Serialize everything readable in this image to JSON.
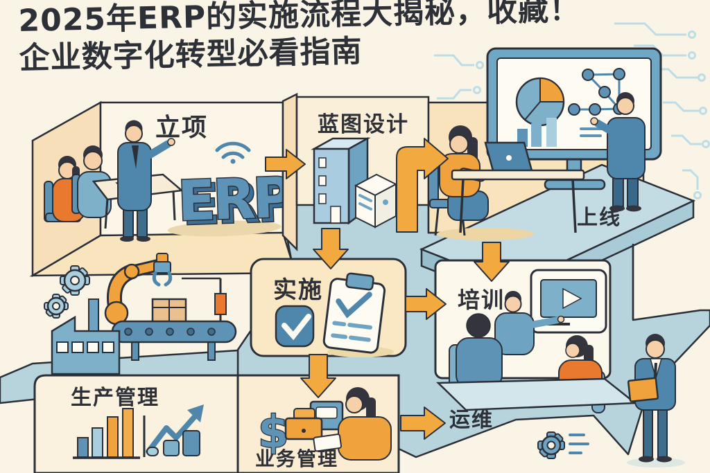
{
  "title": {
    "line1": "2025年ERP的实施流程大揭秘，收藏！",
    "line2": "企业数字化转型必看指南"
  },
  "stages": {
    "initiation": {
      "label": "立项"
    },
    "blueprint": {
      "label": "蓝图设计"
    },
    "golive": {
      "label": "上线"
    },
    "implementation": {
      "label": "实施"
    },
    "training": {
      "label": "培训"
    },
    "production": {
      "label": "生产管理"
    },
    "business": {
      "label": "业务管理"
    },
    "operations": {
      "label": "运维"
    }
  },
  "labels": {
    "erp": "ERP",
    "currency": "$"
  },
  "flow_arrows": [
    "initiation→blueprint",
    "blueprint→consultant",
    "blueprint→implementation",
    "golive→training",
    "implementation→training",
    "implementation→business",
    "business→operations"
  ],
  "icons": {
    "wifi": "wifi-signal-arcs",
    "pie_chart": "pie-chart",
    "network_graph": "connected-nodes",
    "bar_chart": "bar-chart",
    "play_button": "video-play",
    "check_badge": "check-square",
    "clipboard_check": "clipboard-with-check",
    "gears": "machine-gears",
    "robot_arm": "robot-arm",
    "factory": "factory-building",
    "conveyor": "conveyor-belt",
    "trend_arrow": "growth-trend-arrow",
    "cash_register": "cash-register",
    "dollar": "dollar-sign",
    "gear_speed": "gear-with-speed-lines",
    "circuit_traces": "circuit-board-traces",
    "laptop": "laptop",
    "monitor": "presentation-monitor",
    "erp_3d": "erp-3d-letters",
    "document_stack": "document-stack",
    "meeting_table": "meeting-table",
    "box": "cardboard-box"
  },
  "colors": {
    "background": "#FAF4E6",
    "outline": "#2B2F38",
    "arrow": "#F2A93F",
    "title_text": "#2D3037",
    "blue": "#5E93B5",
    "blue_dark": "#3F6E8C",
    "blue_mid": "#7FB0C9",
    "blue_light": "#A9CEDD",
    "floor_blue": "#B7D4DD",
    "slab_blue": "#C3DCE4",
    "panel_cream": "#FAF0DA",
    "peach": "#F8E3BC",
    "peach_wall": "#F6DFB9",
    "orange": "#E8792F",
    "yellow": "#F0A33C",
    "skin": "#F6D0A8",
    "hair": "#33343E",
    "screen_white": "#FDFBF2",
    "circuit": "#BCDDE6"
  }
}
